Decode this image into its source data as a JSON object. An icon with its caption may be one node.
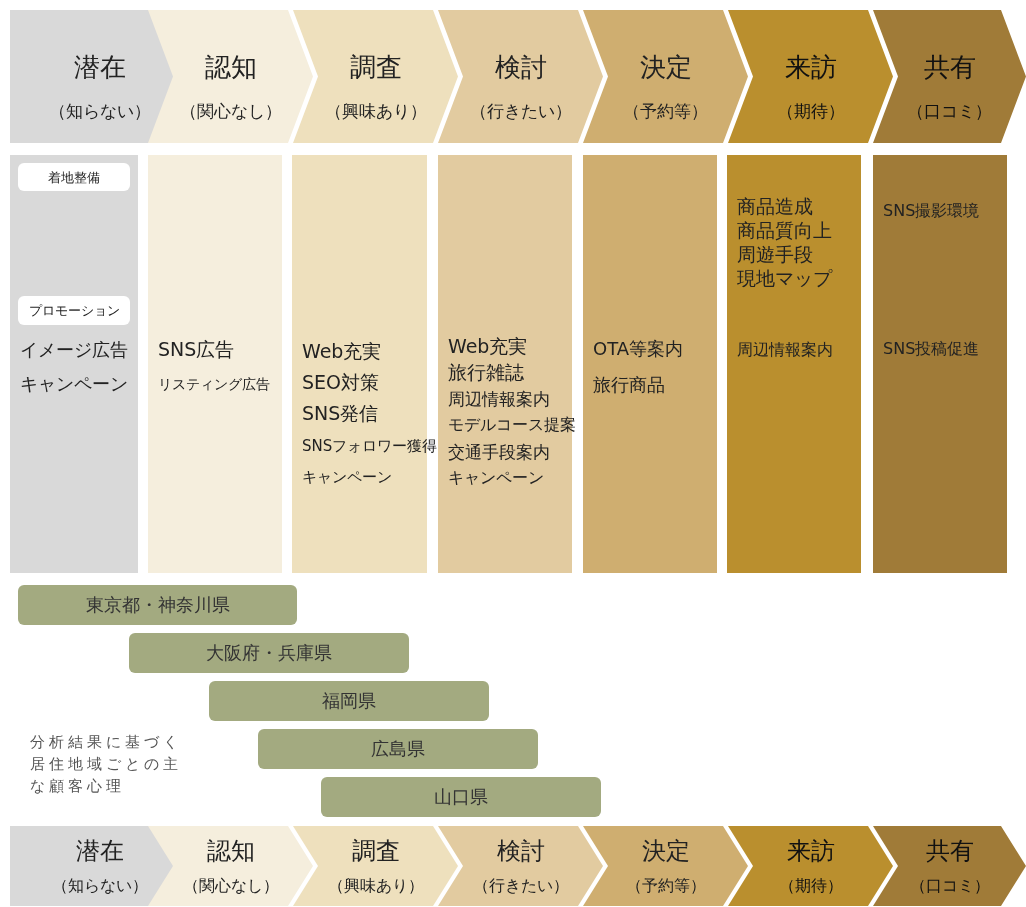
{
  "diagram": {
    "nodes": [
      {
        "text": [
          "潜在",
          "（知らない）"
        ]
      },
      {
        "text": [
          "認知",
          "（関心なし）"
        ]
      },
      {
        "text": [
          "調査",
          "（興味あり）"
        ]
      },
      {
        "text": [
          "検討",
          "（行きたい）"
        ]
      },
      {
        "text": [
          "決定",
          "（予約等）"
        ]
      },
      {
        "text": [
          "来訪",
          "（期待）"
        ]
      },
      {
        "text": [
          "共有",
          "（口コミ）"
        ]
      },
      {
        "text": [
          "イメージ広告",
          "キャンペーン"
        ]
      },
      {
        "text": [
          "SNS広告",
          "リスティング広告"
        ]
      },
      {
        "text": [
          "Web充実",
          "SEO対策",
          "SNS発信",
          "SNSフォロワー獲得",
          "キャンペーン"
        ]
      },
      {
        "text": [
          "Web充実",
          "旅行雑誌",
          "周辺情報案内",
          "モデルコース提案",
          "交通手段案内",
          "キャンペーン"
        ]
      },
      {
        "text": [
          "OTA等案内",
          "旅行商品"
        ]
      },
      {
        "text": [
          "商品造成",
          "商品質向上",
          "周遊手段",
          "現地マップ",
          "周辺情報案内"
        ]
      },
      {
        "text": [
          "SNS撮影環境",
          "SNS投稿促進"
        ]
      },
      {
        "text": [
          "着地整備"
        ],
        "in": 7
      },
      {
        "text": [
          "プロモーション"
        ],
        "in": 7
      },
      {
        "text": [
          "東京都・神奈川県"
        ]
      },
      {
        "text": [
          "大阪府・兵庫県"
        ]
      },
      {
        "text": [
          "福岡県"
        ]
      },
      {
        "text": [
          "広島県"
        ]
      },
      {
        "text": [
          "山口県"
        ]
      },
      {
        "text": [
          "潜在",
          "（知らない）"
        ]
      },
      {
        "text": [
          "認知",
          "（関心なし）"
        ]
      },
      {
        "text": [
          "調査",
          "（興味あり）"
        ]
      },
      {
        "text": [
          "検討",
          "（行きたい）"
        ]
      },
      {
        "text": [
          "決定",
          "（予約等）"
        ]
      },
      {
        "text": [
          "来訪",
          "（期待）"
        ]
      },
      {
        "text": [
          "共有",
          "（口コミ）"
        ]
      }
    ],
    "labels": [
      "分析結果に基づく居住地域ごとの主な顧客心理"
    ]
  }
}
